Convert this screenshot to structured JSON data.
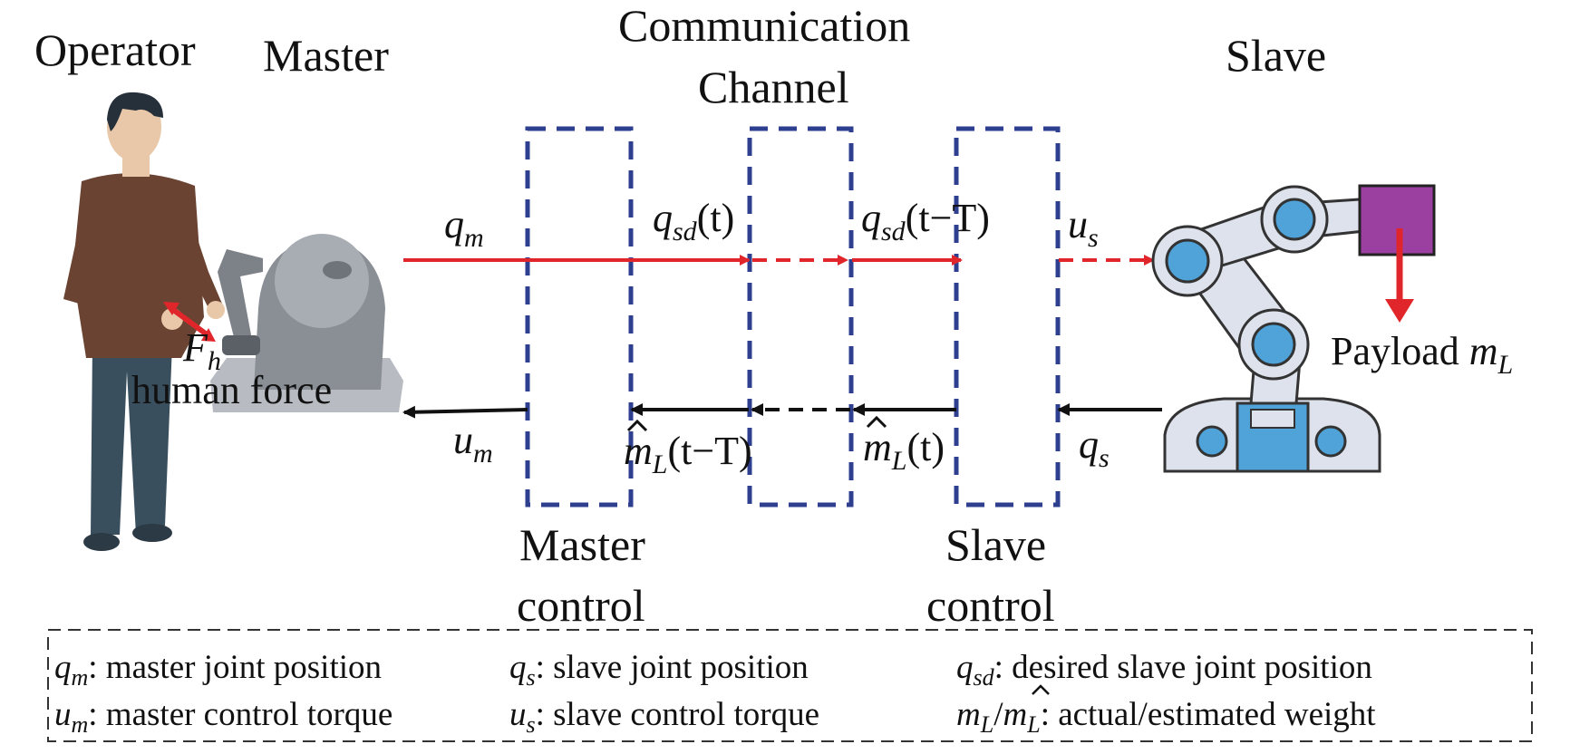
{
  "headings": {
    "operator": "Operator",
    "master": "Master",
    "comm_line1": "Communication",
    "comm_line2": "Channel",
    "slave": "Slave"
  },
  "blocks": {
    "master_control_line1": "Master",
    "master_control_line2": "control",
    "slave_control_line1": "Slave",
    "slave_control_line2": "control"
  },
  "human_force": "human force",
  "payload_label": "Payload",
  "symbols": {
    "q": "q",
    "u": "u",
    "m": "m",
    "F": "F",
    "h": "h",
    "sub_m": "m",
    "sub_s": "s",
    "sub_sd": "sd",
    "sub_L": "L",
    "t_paren": "(t)",
    "t_minus_T": "(t−T)"
  },
  "legend": {
    "qm_desc": ": master joint position",
    "qs_desc": ": slave joint position",
    "qsd_desc": ": desired slave joint position",
    "um_desc": ": master control torque",
    "us_desc": ": slave control torque",
    "weight_desc": ": actual/estimated weight",
    "slash": "/"
  },
  "colors": {
    "forward_arrow": "#e0262b",
    "feedback_arrow": "#111111",
    "box_dash": "#2e3f8f",
    "robot_body": "#dde2ec",
    "robot_joint": "#4fa3d9",
    "payload_box": "#9b3fa0",
    "operator_shirt": "#6a4332",
    "operator_pants": "#3a4f5e"
  }
}
